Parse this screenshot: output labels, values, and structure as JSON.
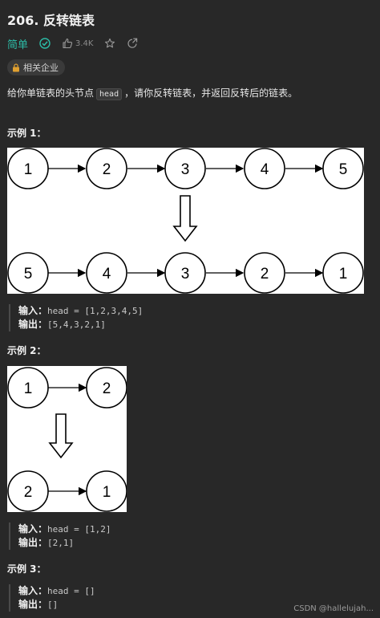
{
  "problem": {
    "title": "206. 反转链表",
    "difficulty": "简单",
    "likes": "3.4K",
    "company_tag": "相关企业",
    "description_before": "给你单链表的头节点",
    "description_code": "head",
    "description_after": "，请你反转链表，并返回反转后的链表。"
  },
  "examples": [
    {
      "title": "示例 1：",
      "input_label": "输入：",
      "input_value": "head = [1,2,3,4,5]",
      "output_label": "输出：",
      "output_value": "[5,4,3,2,1]",
      "figure": {
        "top_nodes": [
          "1",
          "2",
          "3",
          "4",
          "5"
        ],
        "bottom_nodes": [
          "5",
          "4",
          "3",
          "2",
          "1"
        ]
      }
    },
    {
      "title": "示例 2：",
      "input_label": "输入：",
      "input_value": "head = [1,2]",
      "output_label": "输出：",
      "output_value": "[2,1]",
      "figure": {
        "top_nodes": [
          "1",
          "2"
        ],
        "bottom_nodes": [
          "2",
          "1"
        ]
      }
    },
    {
      "title": "示例 3：",
      "input_label": "输入：",
      "input_value": "head = []",
      "output_label": "输出：",
      "output_value": "[]"
    }
  ],
  "icons": {
    "solved": "check-circle-icon",
    "like": "thumbs-up-icon",
    "favorite": "star-icon",
    "share": "share-icon",
    "company": "lock-icon"
  },
  "colors": {
    "difficulty_easy": "#2cbba6",
    "background": "#282828"
  },
  "watermark": "CSDN @hallelujah..."
}
